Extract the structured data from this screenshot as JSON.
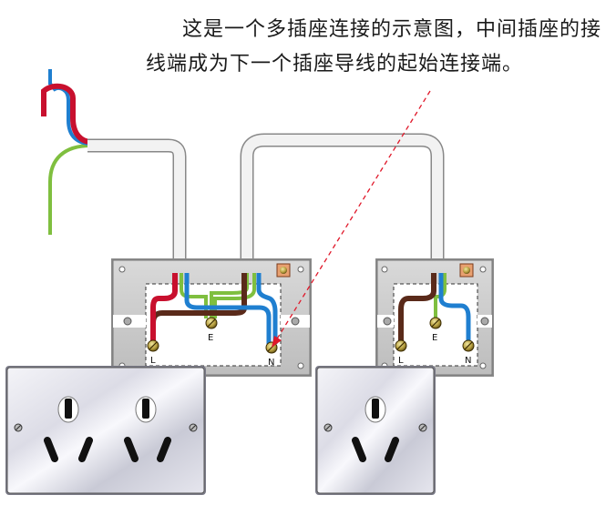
{
  "caption": {
    "line1": "这是一个多插座连接的示意图，中间插座的接",
    "line2": "线端成为下一个插座导线的起始连接端。"
  },
  "left_box_terminals": {
    "live": "L",
    "earth": "E",
    "neutral": "N"
  },
  "right_box_terminals": {
    "live": "L",
    "earth": "E",
    "neutral": "N"
  },
  "colors": {
    "live": "#c8102e",
    "live_brown": "#5a2a1a",
    "neutral": "#1f7fd0",
    "earth": "#7fbf3f",
    "sheath": "#e8e8e8",
    "box": "#cfcfcf",
    "arrow": "#e0182a"
  }
}
